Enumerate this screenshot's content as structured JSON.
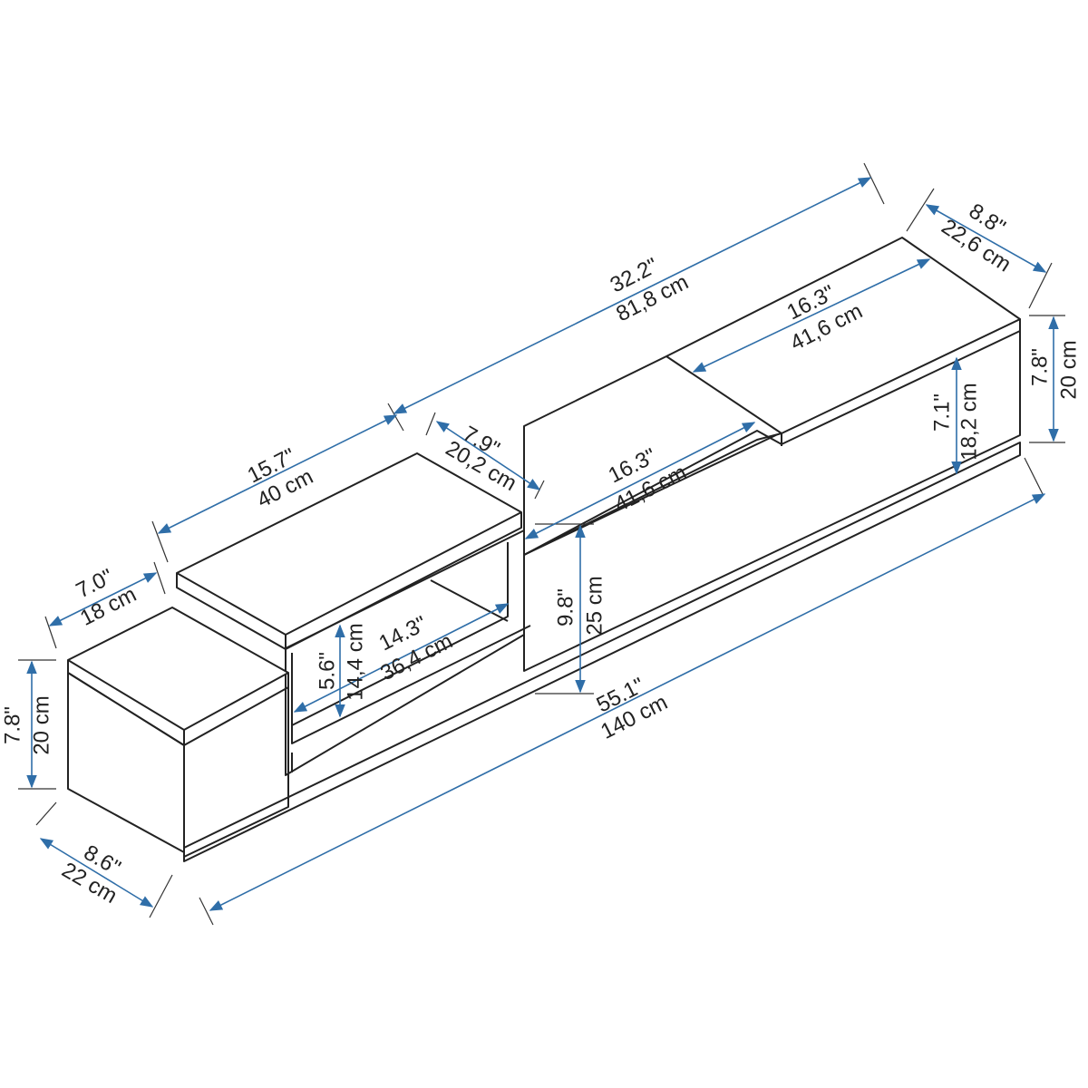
{
  "title": "TV stand dimension diagram",
  "accent_color": "#2f6ea8",
  "dimensions": [
    {
      "id": "top-total-length",
      "imperial": "32.2\"",
      "metric": "81,8 cm"
    },
    {
      "id": "right-depth",
      "imperial": "8.8\"",
      "metric": "22,6 cm"
    },
    {
      "id": "right-top-length",
      "imperial": "16.3\"",
      "metric": "41,6 cm"
    },
    {
      "id": "right-height",
      "imperial": "7.8\"",
      "metric": "20 cm"
    },
    {
      "id": "right-inner-height",
      "imperial": "7.1\"",
      "metric": "18,2 cm"
    },
    {
      "id": "shelf-length",
      "imperial": "15.7\"",
      "metric": "40 cm"
    },
    {
      "id": "middle-depth",
      "imperial": "7.9\"",
      "metric": "20,2 cm"
    },
    {
      "id": "middle-top-length",
      "imperial": "16.3\"",
      "metric": "41,6 cm"
    },
    {
      "id": "left-depth",
      "imperial": "7.0\"",
      "metric": "18 cm"
    },
    {
      "id": "middle-height",
      "imperial": "9.8\"",
      "metric": "25 cm"
    },
    {
      "id": "opening-height",
      "imperial": "5.6\"",
      "metric": "14,4 cm"
    },
    {
      "id": "opening-width",
      "imperial": "14.3\"",
      "metric": "36,4 cm"
    },
    {
      "id": "total-length",
      "imperial": "55.1\"",
      "metric": "140 cm"
    },
    {
      "id": "left-height",
      "imperial": "7.8\"",
      "metric": "20 cm"
    },
    {
      "id": "base-depth",
      "imperial": "8.6\"",
      "metric": "22 cm"
    }
  ]
}
